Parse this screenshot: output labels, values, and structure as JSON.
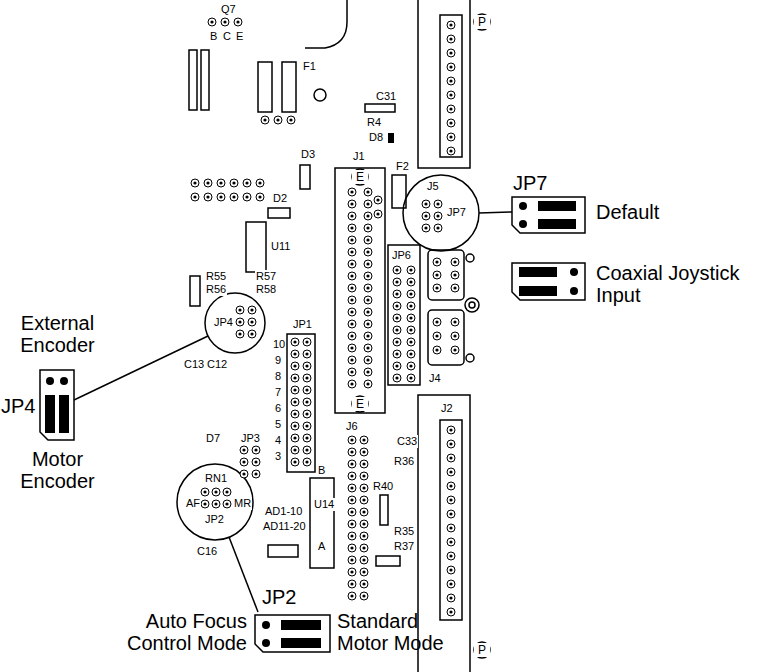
{
  "diagram": {
    "labels": [
      "JP7",
      "Default",
      "Coaxial Joystick Input",
      "External Encoder",
      "JP4",
      "Motor Encoder",
      "JP2",
      "Auto Focus Control Mode",
      "Standard Motor Mode",
      "Q7",
      "B",
      "C",
      "E",
      "F1",
      "C31",
      "R4",
      "D8",
      "D3",
      "J1",
      "J5",
      "JP7",
      "F2",
      "D2",
      "U11",
      "R55",
      "R56",
      "R57",
      "R58",
      "C13",
      "C12",
      "JP1",
      "JP4",
      "10",
      "9",
      "8",
      "7",
      "6",
      "5",
      "4",
      "3",
      "JP6",
      "J4",
      "J2",
      "J6",
      "JP3",
      "D7",
      "RN1",
      "JP2",
      "AF",
      "MR",
      "C16",
      "AD1-10",
      "AD11-20",
      "U14",
      "A",
      "B",
      "R40",
      "R36",
      "R35",
      "R37",
      "C33",
      "P",
      "P",
      "E",
      "E"
    ]
  }
}
